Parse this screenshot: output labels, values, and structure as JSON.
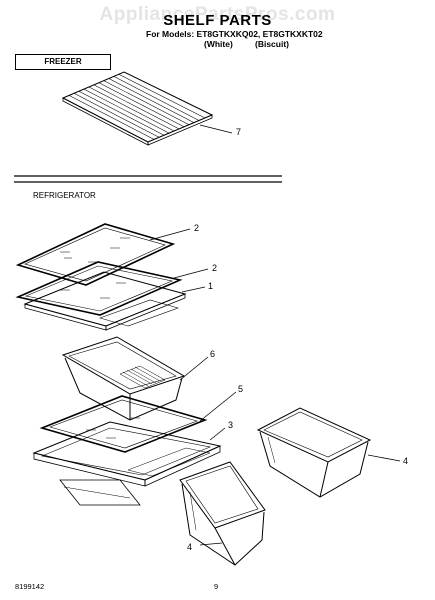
{
  "watermark": "AppliancePartsPros.com",
  "header": {
    "title": "SHELF PARTS",
    "models_line": "For Models: ET8GTKXKQ02, ET8GTKXKT02",
    "variant_white": "(White)",
    "variant_biscuit": "(Biscuit)"
  },
  "sections": {
    "freezer": "FREEZER",
    "refrigerator": "REFRIGERATOR"
  },
  "callouts": {
    "wire_shelf": "7",
    "glass_shelf_top": "2",
    "glass_shelf_mid": "2",
    "shelf_frame": "1",
    "meat_pan": "6",
    "crisper_cover_glass": "5",
    "crisper_cover_frame": "3",
    "crisper_right": "4",
    "crisper_front": "4"
  },
  "footer": {
    "doc_number": "8199142",
    "page_number": "9"
  }
}
